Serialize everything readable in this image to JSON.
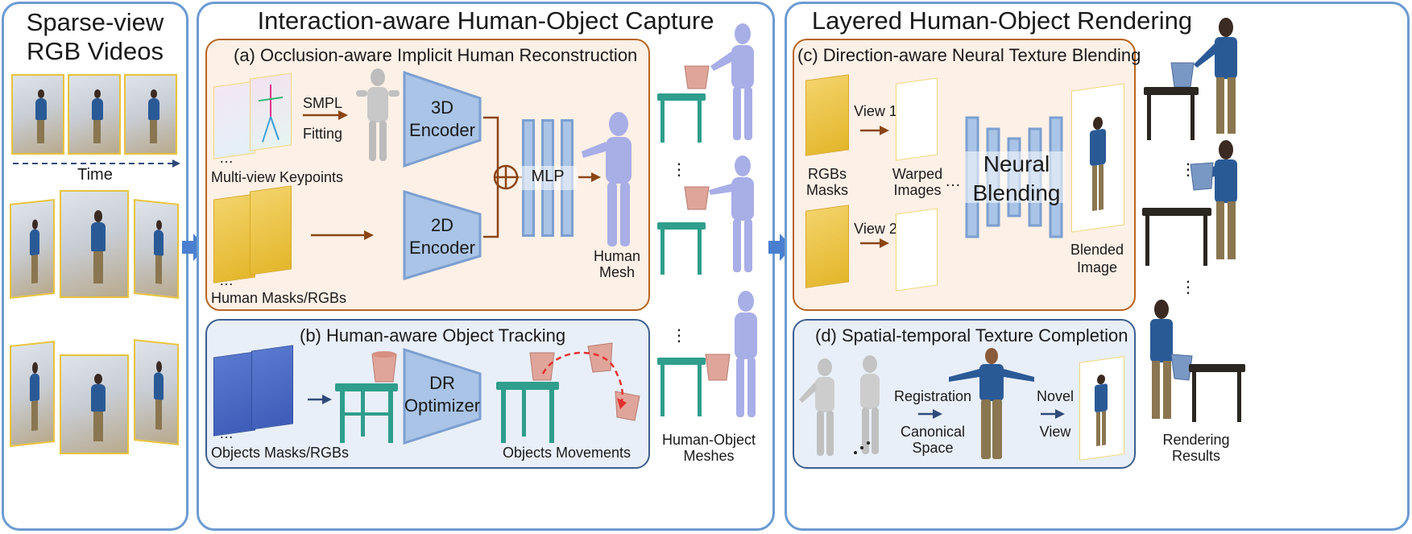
{
  "left_panel": {
    "title_line1": "Sparse-view",
    "title_line2": "RGB Videos",
    "time_label": "Time"
  },
  "capture_panel": {
    "title": "Interaction-aware Human-Object Capture",
    "sub_a": {
      "title": "(a) Occlusion-aware Implicit Human Reconstruction",
      "keypoints_label": "Multi-view Keypoints",
      "masks_label": "Human Masks/RGBs",
      "smpl_label": "SMPL",
      "fitting_label": "Fitting",
      "encoder3d_line1": "3D",
      "encoder3d_line2": "Encoder",
      "encoder2d_line1": "2D",
      "encoder2d_line2": "Encoder",
      "mlp_label": "MLP",
      "mesh_line1": "Human",
      "mesh_line2": "Mesh",
      "ellipsis": "…"
    },
    "sub_b": {
      "title": "(b) Human-aware Object Tracking",
      "masks_label": "Objects Masks/RGBs",
      "optimizer_line1": "DR",
      "optimizer_line2": "Optimizer",
      "movements_label": "Objects Movements",
      "ellipsis": "…"
    },
    "meshes_line1": "Human-Object",
    "meshes_line2": "Meshes",
    "vdots": "⋮"
  },
  "render_panel": {
    "title": "Layered Human-Object Rendering",
    "sub_c": {
      "title": "(c) Direction-aware Neural Texture Blending",
      "rgbs_line1": "RGBs",
      "rgbs_line2": "Masks",
      "view1": "View 1",
      "view2": "View 2",
      "warped_line1": "Warped",
      "warped_line2": "Images",
      "ellipsis": "…",
      "neural_line1": "Neural",
      "neural_line2": "Blending",
      "blended_line1": "Blended",
      "blended_line2": "Image"
    },
    "sub_d": {
      "title": "(d) Spatial-temporal Texture Completion",
      "registration": "Registration",
      "canonical_line1": "Canonical",
      "canonical_line2": "Space",
      "novel_line1": "Novel",
      "novel_line2": "View"
    },
    "results_line1": "Rendering",
    "results_line2": "Results",
    "vdots": "⋮"
  },
  "colors": {
    "panel_border": "#6b9bd2",
    "orange_border": "#b8641f",
    "orange_fill": "#fdf0e6",
    "blue_sub_border": "#3e5f8f",
    "blue_sub_fill": "#e9eff8",
    "encoder_fill": "#a9c4e6",
    "human_mesh": "#a8aee6",
    "table_teal": "#2f9e8c",
    "bucket": "#e0a59a",
    "arrow_brown": "#8b4513",
    "arrow_navy": "#2f4a7a"
  }
}
